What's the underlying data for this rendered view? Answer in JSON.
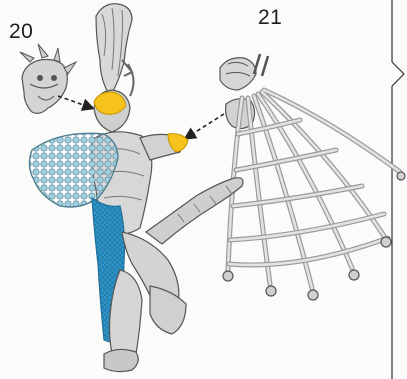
{
  "steps": [
    {
      "number": "20"
    },
    {
      "number": "21"
    }
  ],
  "parts": {
    "helmet_mask": {
      "icon": "dragon-helmet-icon",
      "attach_color": "#f6c21c"
    },
    "shoulder_joint": {
      "icon": "shoulder-joint",
      "attach_color": "#f6c21c"
    },
    "net": {
      "icon": "net-icon"
    },
    "cape": {
      "icon": "scale-cape-icon",
      "color": "#8fc4d8"
    },
    "cloth": {
      "icon": "loincloth-icon",
      "color": "#2f95c9"
    }
  },
  "colors": {
    "accent_yellow": "#f6c21c",
    "accent_blue": "#2f95c9",
    "light_blue": "#8fc4d8",
    "grey": "#c9c9c9",
    "outline": "#555555"
  }
}
